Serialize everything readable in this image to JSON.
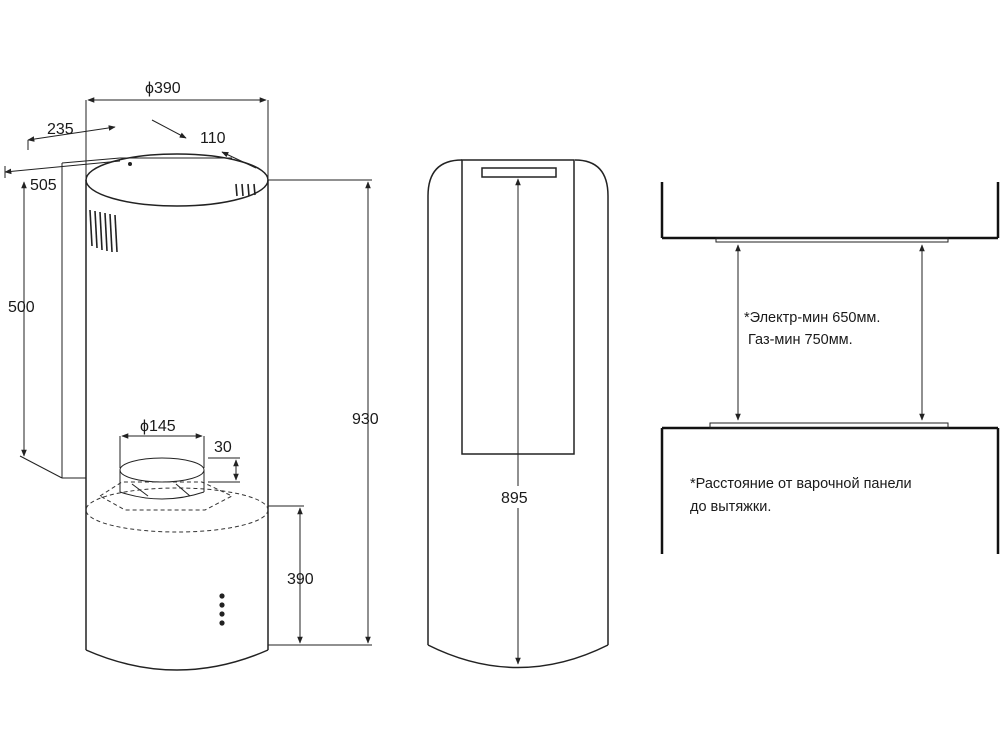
{
  "dimensions": {
    "diameter_top": "ϕ390",
    "depth_235": "235",
    "offset_110": "110",
    "width_505": "505",
    "height_500": "500",
    "outlet_diameter": "ϕ145",
    "outlet_height": "30",
    "total_height": "930",
    "lower_height": "390",
    "panel_height": "895"
  },
  "notes": {
    "min_distance_line1": "*Электр-мин 650мм.",
    "min_distance_line2": "Газ-мин 750мм.",
    "distance_caption_line1": "*Расстояние от варочной панели",
    "distance_caption_line2": "до вытяжки."
  }
}
